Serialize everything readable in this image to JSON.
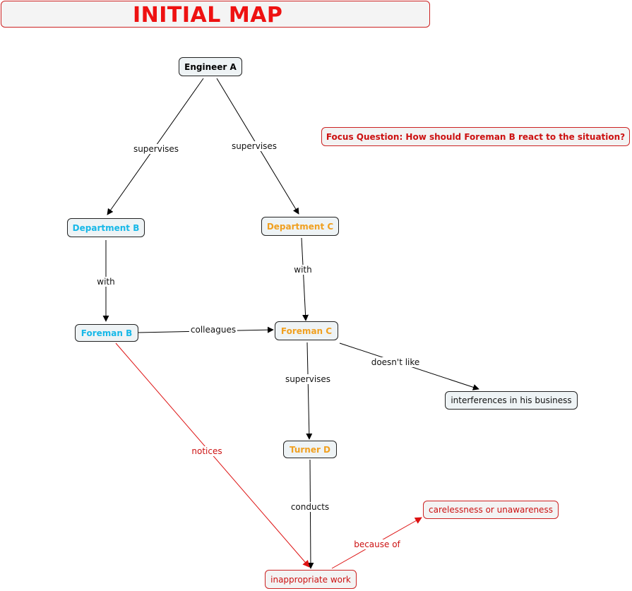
{
  "title": "INITIAL MAP",
  "focus_question": "Focus Question: How should Foreman B react to the situation?",
  "colors": {
    "black_node_text": "#000000",
    "department_b": "#17b8e8",
    "department_c": "#f0a020",
    "red": "#cc1111"
  },
  "nodes": {
    "engineer_a": "Engineer A",
    "department_b": "Department B",
    "department_c": "Department C",
    "foreman_b": "Foreman B",
    "foreman_c": "Foreman C",
    "turner_d": "Turner D",
    "interferences": "interferences in his business",
    "inappropriate_work": "inappropriate work",
    "carelessness": "carelessness or unawareness"
  },
  "links": {
    "supervises_b": "supervises",
    "supervises_c": "supervises",
    "with_b": "with",
    "with_c": "with",
    "colleagues": "colleagues",
    "doesnt_like": "doesn't like",
    "supervises_d": "supervises",
    "notices": "notices",
    "conducts": "conducts",
    "because_of": "because of"
  }
}
